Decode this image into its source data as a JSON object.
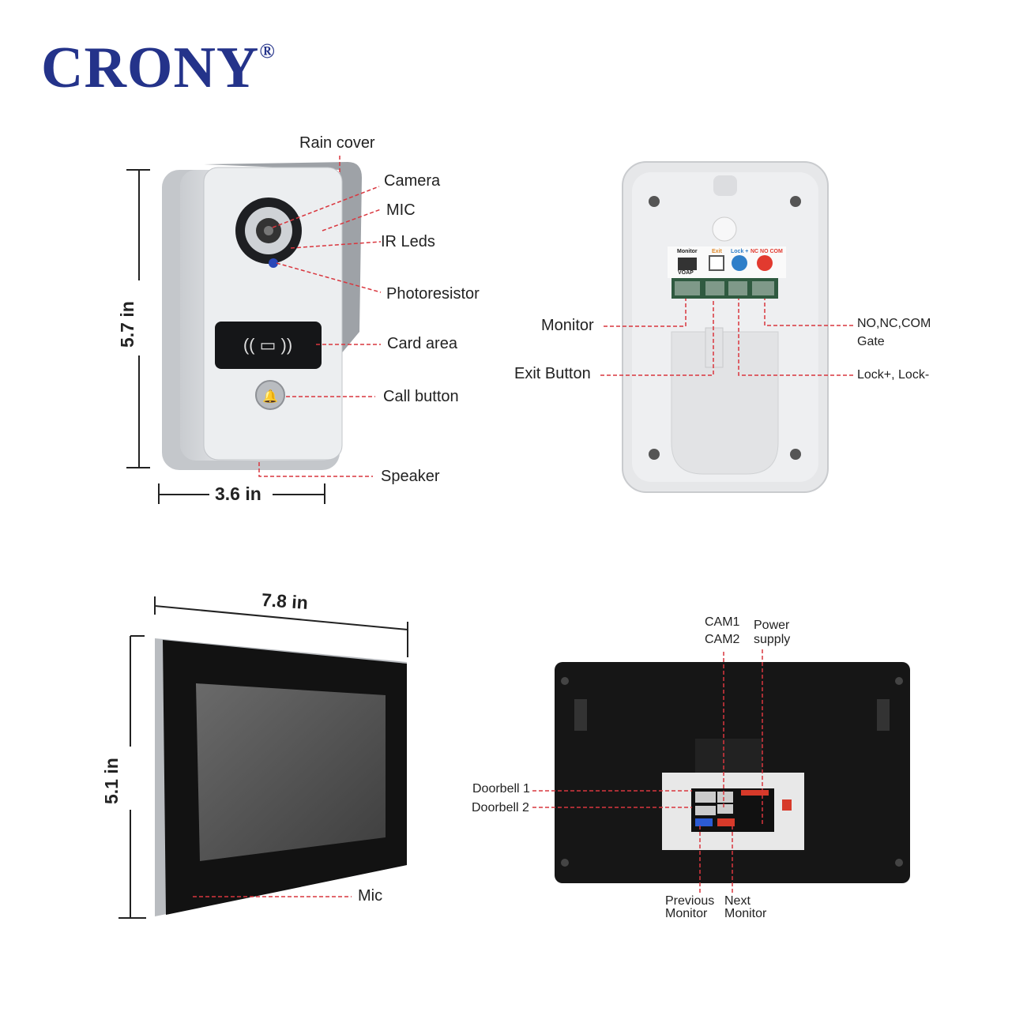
{
  "brand": {
    "name": "CRONY",
    "mark": "®"
  },
  "doorbell_front": {
    "labels": {
      "rain_cover": "Rain cover",
      "camera": "Camera",
      "mic": "MIC",
      "ir_leds": "IR Leds",
      "photoresistor": "Photoresistor",
      "card_area": "Card area",
      "call_button": "Call button",
      "speaker": "Speaker"
    },
    "height": "5.7 in",
    "width": "3.6 in"
  },
  "doorbell_back": {
    "labels": {
      "monitor": "Monitor",
      "exit_button": "Exit Button",
      "no_nc_com": "NO,NC,COM",
      "gate": "Gate",
      "lock": "Lock+, Lock-"
    },
    "terminal_labels": [
      "Monitor",
      "Exit",
      "Lock +",
      "NC NO COM"
    ],
    "terminal_sub": "VOAP"
  },
  "monitor_front": {
    "width": "7.8 in",
    "height": "5.1 in",
    "labels": {
      "mic": "Mic"
    }
  },
  "monitor_back": {
    "labels": {
      "cam1": "CAM1",
      "cam2": "CAM2",
      "power": "Power",
      "supply": "supply",
      "doorbell1": "Doorbell 1",
      "doorbell2": "Doorbell 2",
      "previous": "Previous",
      "previous2": "Monitor",
      "next": "Next",
      "next2": "Monitor"
    }
  },
  "colors": {
    "brand": "#24338a",
    "leader_line": "#d9363e"
  }
}
